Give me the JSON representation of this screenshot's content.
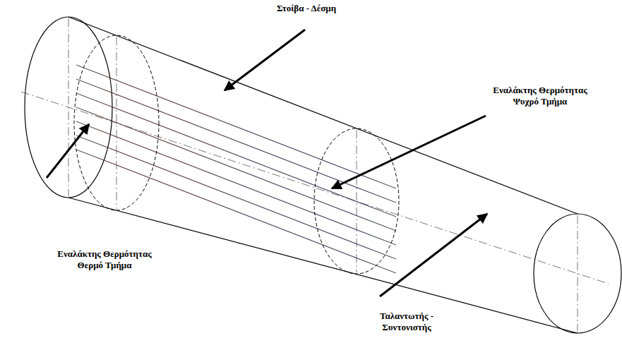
{
  "diagram": {
    "labels": [
      "Στοίβα - Δέσμη",
      "Εναλάκτης Θερμότητας Ψυχρό Τμήμα",
      "Εναλάκτης Θερμότητας Θερμό Τμήμα",
      "Ταλαντωτής - Συντονιστής"
    ]
  }
}
